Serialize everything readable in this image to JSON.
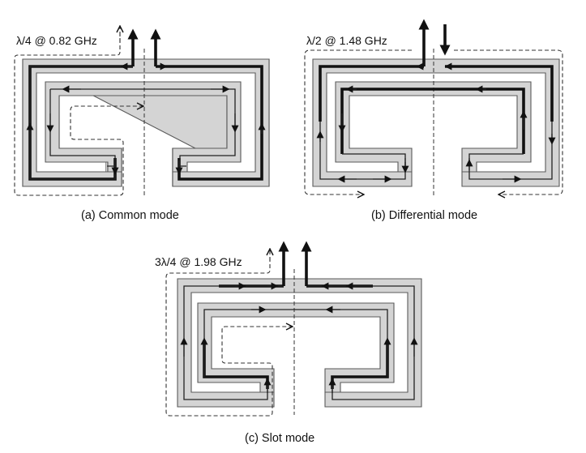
{
  "panels": [
    {
      "id": "a",
      "caption": "(a) Common mode",
      "resonance": "λ/4 @ 0.82 GHz"
    },
    {
      "id": "b",
      "caption": "(b) Differential mode",
      "resonance": "λ/2 @ 1.48 GHz"
    },
    {
      "id": "c",
      "caption": "(c) Slot mode",
      "resonance": "3λ/4 @ 1.98 GHz"
    }
  ]
}
